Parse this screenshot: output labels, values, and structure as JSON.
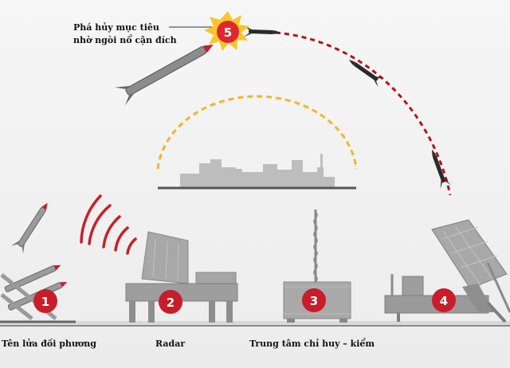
{
  "labels": {
    "target_note_line1": "Phá hủy mục tiêu",
    "target_note_line2": "nhờ ngòi nổ cận đích",
    "enemy_rocket": "Tên lửa đối phương",
    "radar": "Radar",
    "command_center": "Trung tâm chỉ huy – kiểm"
  },
  "badges": [
    "1",
    "2",
    "3",
    "4",
    "5"
  ],
  "colors": {
    "badge_red": "#c81d2a",
    "trajectory_dash": "#b5121b",
    "radar_waves": "#c8202a",
    "dome_dash": "#f2b52a",
    "explosion_outer": "#f6c62a",
    "explosion_inner": "#e0262e",
    "equipment_gray": "#9a9a9a",
    "city_gray": "#bdbdbd",
    "ground_line": "#7a7a7a"
  },
  "icons": [
    "rocket-icon",
    "radar-wave-icon",
    "explosion-icon",
    "interceptor-missile-icon",
    "launcher-icon",
    "radar-unit-icon",
    "command-container-icon"
  ]
}
